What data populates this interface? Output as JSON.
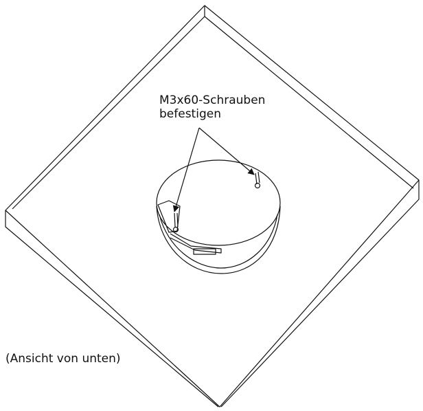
{
  "diagram": {
    "callout": {
      "line1": "M3x60-Schrauben",
      "line2": "befestigen"
    },
    "view_note": "(Ansicht von unten)",
    "colors": {
      "line": "#111111",
      "background": "#ffffff"
    }
  }
}
